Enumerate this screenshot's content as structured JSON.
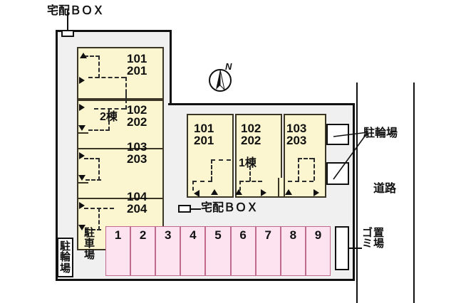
{
  "diagram": {
    "title": "apartment-site-plan",
    "colors": {
      "building_fill": "#fbf6cf",
      "building_stroke": "#3a3525",
      "lot_fill": "#f0f0f0",
      "lot_stroke": "#111111",
      "parking_fill": "#fce3ef",
      "parking_stroke": "#c06a90",
      "text": "#111111"
    }
  },
  "compass": {
    "north_label": "N"
  },
  "labels": {
    "delivery_box_top": "宅配ＢＯＸ",
    "delivery_box_bottom": "宅配ＢＯＸ",
    "building_2": "2棟",
    "building_1": "1棟",
    "bicycle_parking_right": "駐輪場",
    "road": "道路",
    "garbage_area": [
      "ゴ",
      "ミ",
      "置",
      "場"
    ],
    "garbage_area_col1": [
      "ゴ",
      "ミ"
    ],
    "garbage_area_col2": [
      "置",
      "場"
    ],
    "car_parking": [
      "駐",
      "車",
      "場"
    ],
    "bicycle_parking_left": [
      "駐",
      "輪",
      "場"
    ]
  },
  "building_2": {
    "name": "2棟",
    "units": [
      {
        "floor1": "101",
        "floor2": "201"
      },
      {
        "floor1": "102",
        "floor2": "202"
      },
      {
        "floor1": "103",
        "floor2": "203"
      },
      {
        "floor1": "104",
        "floor2": "204"
      }
    ]
  },
  "building_1": {
    "name": "1棟",
    "units": [
      {
        "floor1": "101",
        "floor2": "201"
      },
      {
        "floor1": "102",
        "floor2": "202"
      },
      {
        "floor1": "103",
        "floor2": "203"
      }
    ]
  },
  "parking": {
    "label": "駐車場",
    "stalls": [
      "1",
      "2",
      "3",
      "4",
      "5",
      "6",
      "7",
      "8",
      "9"
    ]
  },
  "facilities": {
    "bicycle_parking_boxes": 2,
    "garbage_boxes": 1,
    "delivery_boxes": 2
  }
}
